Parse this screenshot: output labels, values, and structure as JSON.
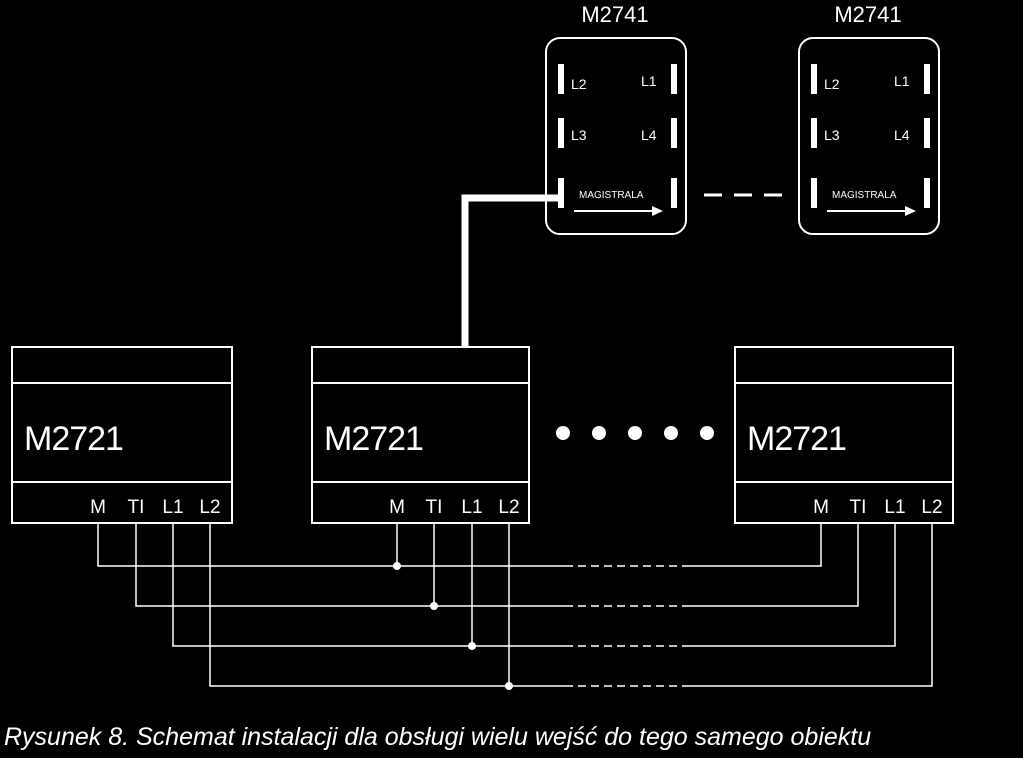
{
  "diagram": {
    "expanders": [
      {
        "title": "M2741",
        "terms": {
          "l2": "L2",
          "l1": "L1",
          "l3": "L3",
          "l4": "L4"
        },
        "bus": "MAGISTRALA"
      },
      {
        "title": "M2741",
        "terms": {
          "l2": "L2",
          "l1": "L1",
          "l3": "L3",
          "l4": "L4"
        },
        "bus": "MAGISTRALA"
      }
    ],
    "modules": [
      {
        "name": "M2721",
        "pins": [
          "M",
          "TI",
          "L1",
          "L2"
        ]
      },
      {
        "name": "M2721",
        "pins": [
          "M",
          "TI",
          "L1",
          "L2"
        ]
      },
      {
        "name": "M2721",
        "pins": [
          "M",
          "TI",
          "L1",
          "L2"
        ]
      }
    ],
    "caption": "Rysunek 8.  Schemat instalacji dla obsługi wielu wejść do tego samego obiektu"
  }
}
